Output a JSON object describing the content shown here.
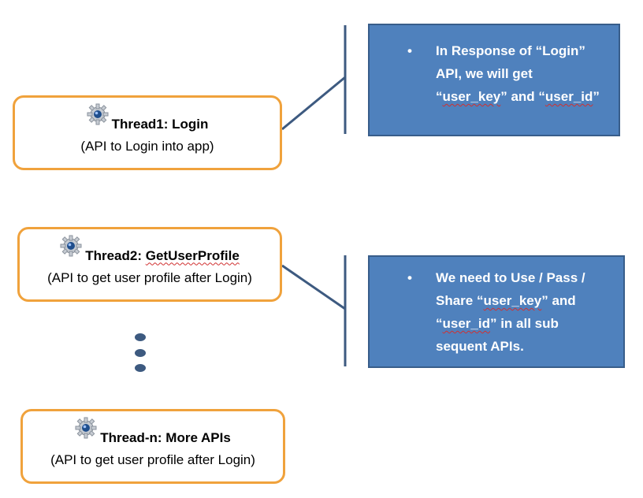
{
  "colors": {
    "thread_border": "#f0a23c",
    "note_fill": "#4f81bd",
    "note_border": "#385d8a",
    "connector": "#3d5a80",
    "dot": "#3d5a80"
  },
  "threads": [
    {
      "title_parts": [
        "Thread1: Login"
      ],
      "description": "(API to Login into app)",
      "icon": "gear-icon"
    },
    {
      "title_parts": [
        "Thread2: ",
        "GetUserProfile"
      ],
      "description": "(API to get user profile after Login)",
      "icon": "gear-icon"
    },
    {
      "title_parts": [
        "Thread-n: More APIs"
      ],
      "description": "(API to get user profile after Login)",
      "icon": "gear-icon"
    }
  ],
  "notes": [
    {
      "bullet": "•",
      "lines": [
        [
          "In Response of “Login”"
        ],
        [
          "API, we will get"
        ],
        [
          "“",
          "user_key",
          "” and “",
          "user_id",
          "”"
        ]
      ]
    },
    {
      "bullet": "•",
      "lines": [
        [
          "We need to Use / Pass /"
        ],
        [
          "Share “",
          "user_key",
          "” and"
        ],
        [
          "“",
          "user_id",
          "” in all sub"
        ],
        [
          "sequent APIs."
        ]
      ]
    }
  ],
  "ellipsis": {
    "dots": 3,
    "icon": "vertical-ellipsis-icon"
  }
}
